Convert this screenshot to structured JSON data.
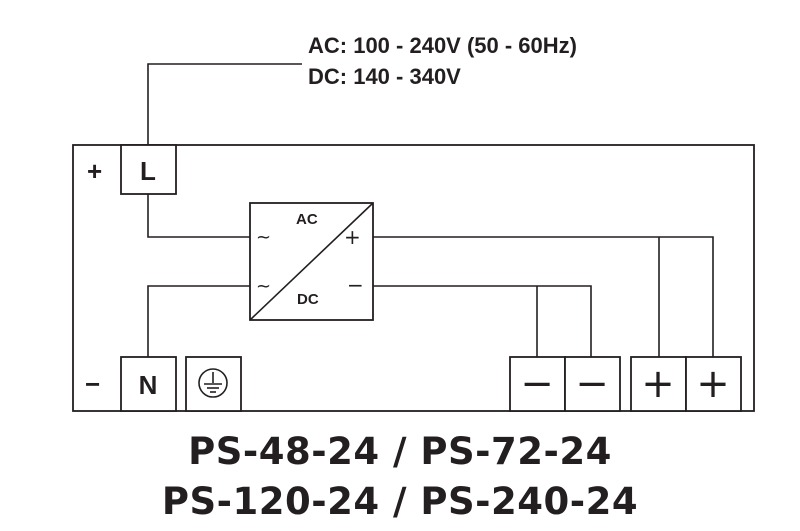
{
  "input_spec": {
    "ac": "AC: 100 - 240V (50 - 60Hz)",
    "dc": "DC: 140 - 340V"
  },
  "terminals": {
    "l_polarity": "+",
    "l_label": "L",
    "n_polarity": "−",
    "n_label": "N",
    "out_neg_1": "−",
    "out_neg_2": "−",
    "out_pos_1": "+",
    "out_pos_2": "+"
  },
  "converter": {
    "ac_label": "AC",
    "dc_label": "DC",
    "ac_in_symbol_1": "~",
    "ac_in_symbol_2": "~",
    "dc_plus_symbol": "+",
    "dc_minus_symbol": "−"
  },
  "models": {
    "line1": "PS-48-24 / PS-72-24",
    "line2": "PS-120-24 / PS-240-24"
  },
  "icons": [
    "ground-icon"
  ]
}
